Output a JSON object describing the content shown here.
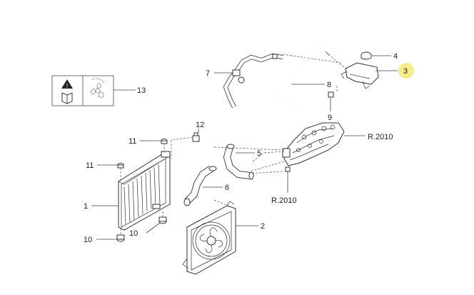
{
  "callouts": {
    "c1": "1",
    "c2": "2",
    "c3": "3",
    "c4": "4",
    "c5": "5",
    "c6": "6",
    "c7": "7",
    "c8": "8",
    "c9": "9",
    "c10a": "10",
    "c10b": "10",
    "c11a": "11",
    "c11b": "11",
    "c12": "12",
    "c13": "13",
    "r2010a": "R.2010",
    "r2010b": "R.2010"
  },
  "highlight_color": "#f5ec8c",
  "icons": {
    "warning": "warning-triangle-icon",
    "manual": "manual-book-icon",
    "fan": "fan-icon"
  }
}
